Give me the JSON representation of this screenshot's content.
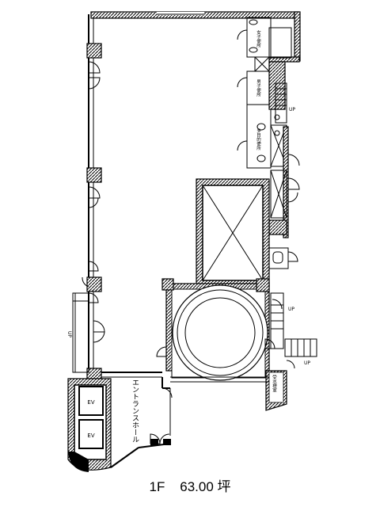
{
  "caption": {
    "floor": "1F",
    "area": "63.00",
    "unit": "坪"
  },
  "labels": {
    "ev1": "EV",
    "ev2": "EV",
    "entrance_hall": "エントランスホール",
    "up_stair_top": "UP",
    "up_stair_mid": "UP",
    "up_left": "UP",
    "up_right": "UP",
    "wc_female": "女子便所",
    "wc_male": "男子便所",
    "wc_multi": "多目的便所",
    "pump_room": "受水槽室"
  },
  "colors": {
    "wall": "#000000",
    "background": "#ffffff"
  }
}
